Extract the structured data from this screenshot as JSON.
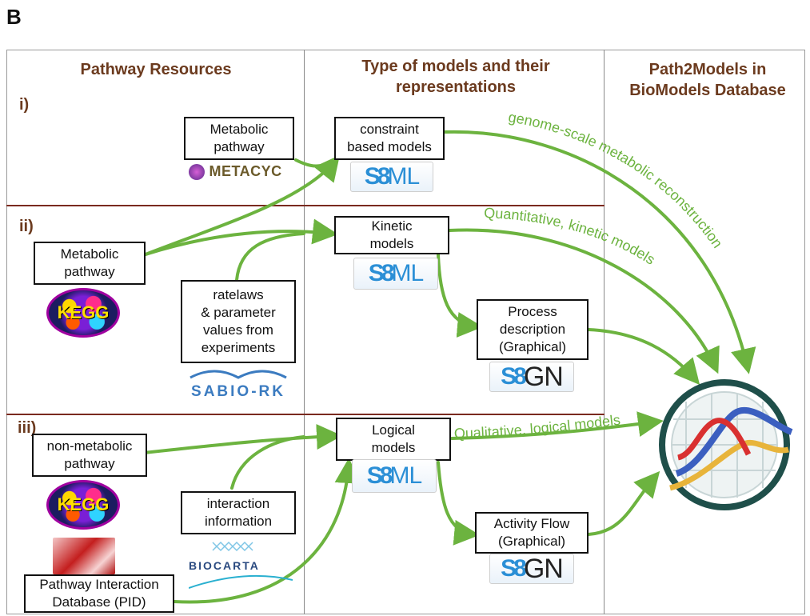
{
  "panel_letter": "B",
  "columns": {
    "col1": "Pathway Resources",
    "col2_line1": "Type of models and their",
    "col2_line2": "representations",
    "col3_line1": "Path2Models in",
    "col3_line2": "BioModels Database"
  },
  "sections": [
    "i)",
    "ii)",
    "iii)"
  ],
  "boxes": {
    "metacyc_pathway": [
      "Metabolic",
      "pathway"
    ],
    "kegg_pathway": [
      "Metabolic",
      "pathway"
    ],
    "ratelaws": [
      "ratelaws",
      "& parameter",
      "values from",
      "experiments"
    ],
    "non_metabolic": [
      "non-metabolic",
      "pathway"
    ],
    "interaction": [
      "interaction",
      "information"
    ],
    "pid": [
      "Pathway Interaction",
      "Database (PID)"
    ],
    "constraint": [
      "constraint",
      "based models"
    ],
    "kinetic": [
      "Kinetic",
      "models"
    ],
    "logical": [
      "Logical",
      "models"
    ],
    "process": [
      "Process",
      "description",
      "(Graphical)"
    ],
    "activity": [
      "Activity Flow",
      "(Graphical)"
    ]
  },
  "logos": {
    "metacyc": "METACYC",
    "kegg": "KEGG",
    "sabio": "SABIO-RK",
    "biocarta": "BIOCARTA",
    "sbml": "ML",
    "sbgn": "GN"
  },
  "arrow_labels": {
    "genome": "genome-scale metabolic reconstruction",
    "kinetic": "Quantitative, kinetic models",
    "logical": "Qualitative, logical models"
  },
  "colors": {
    "arrow": "#6cb33f",
    "heading": "#6b3a1e",
    "separator": "#7a2a1f",
    "sbml_blue": "#2b8fd6"
  }
}
